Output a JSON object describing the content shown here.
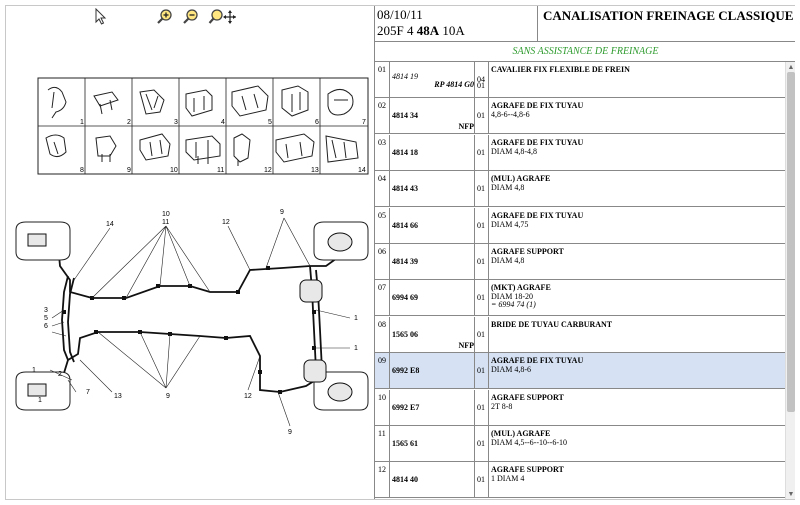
{
  "header": {
    "date": "08/10/11",
    "model": "205F 4",
    "engine_code": "48A",
    "engine_suffix": "10A",
    "title": "CANALISATION FREINAGE CLASSIQUE"
  },
  "subtitle": "SANS ASSISTANCE DE FREINAGE",
  "toolbar": {
    "zoom_in_icon": "zoom-in-icon",
    "zoom_out_icon": "zoom-out-icon",
    "pan_icon": "pan-icon"
  },
  "diagram": {
    "clip_numbers": [
      "1",
      "2",
      "3",
      "4",
      "5",
      "6",
      "7",
      "8",
      "9",
      "10",
      "11",
      "12",
      "13",
      "14"
    ],
    "callouts": {
      "top_center_a": "10",
      "top_center_b": "11",
      "top_left": "14",
      "top_right_a": "12",
      "top_right_b": "9",
      "left_a": "3",
      "left_b": "5",
      "left_c": "6",
      "left_d": "1",
      "right_a": "1",
      "right_b": "1",
      "bottom_a": "13",
      "bottom_b": "9",
      "bottom_c": "12",
      "bottom_d": "9",
      "bottom_left_a": "7",
      "bottom_left_b": "1",
      "bottom_left_c": "2"
    }
  },
  "parts": [
    {
      "num": "01",
      "ref": "4814 19",
      "ref_italic": true,
      "alt": "RP 4814 G0",
      "qty": "04",
      "qty2": "01",
      "desc": "CAVALIER FIX FLEXIBLE DE FREIN",
      "detail": "",
      "detail2": "",
      "nfp": ""
    },
    {
      "num": "02",
      "ref": "4814 34",
      "ref_italic": false,
      "alt": "",
      "qty": "01",
      "qty2": "",
      "desc": "AGRAFE DE FIX TUYAU",
      "detail": "4,8-6--4,8-6",
      "detail2": "",
      "nfp": "NFP"
    },
    {
      "num": "03",
      "ref": "4814 18",
      "ref_italic": false,
      "alt": "",
      "qty": "01",
      "qty2": "",
      "desc": "AGRAFE DE FIX TUYAU",
      "detail": "DIAM 4,8-4,8",
      "detail2": "",
      "nfp": ""
    },
    {
      "num": "04",
      "ref": "4814 43",
      "ref_italic": false,
      "alt": "",
      "qty": "01",
      "qty2": "",
      "desc": "(MUL) AGRAFE",
      "detail": "DIAM 4,8",
      "detail2": "",
      "nfp": ""
    },
    {
      "num": "05",
      "ref": "4814 66",
      "ref_italic": false,
      "alt": "",
      "qty": "01",
      "qty2": "",
      "desc": "AGRAFE DE FIX TUYAU",
      "detail": "DIAM 4,75",
      "detail2": "",
      "nfp": ""
    },
    {
      "num": "06",
      "ref": "4814 39",
      "ref_italic": false,
      "alt": "",
      "qty": "01",
      "qty2": "",
      "desc": "AGRAFE SUPPORT",
      "detail": "DIAM 4,8",
      "detail2": "",
      "nfp": ""
    },
    {
      "num": "07",
      "ref": "6994 69",
      "ref_italic": false,
      "alt": "",
      "qty": "01",
      "qty2": "",
      "desc": "(MKT) AGRAFE",
      "detail": "DIAM 18-20",
      "detail2": "= 6994 74 (1)",
      "nfp": ""
    },
    {
      "num": "08",
      "ref": "1565 06",
      "ref_italic": false,
      "alt": "",
      "qty": "01",
      "qty2": "",
      "desc": "BRIDE DE TUYAU CARBURANT",
      "detail": "",
      "detail2": "",
      "nfp": "NFP"
    },
    {
      "num": "09",
      "ref": "6992 E8",
      "ref_italic": false,
      "alt": "",
      "qty": "01",
      "qty2": "",
      "desc": "AGRAFE DE FIX TUYAU",
      "detail": "DIAM 4,8-6",
      "detail2": "",
      "nfp": "",
      "selected": true
    },
    {
      "num": "10",
      "ref": "6992 E7",
      "ref_italic": false,
      "alt": "",
      "qty": "01",
      "qty2": "",
      "desc": "AGRAFE SUPPORT",
      "detail": "2T 8-8",
      "detail2": "",
      "nfp": ""
    },
    {
      "num": "11",
      "ref": "1565 61",
      "ref_italic": false,
      "alt": "",
      "qty": "01",
      "qty2": "",
      "desc": "(MUL) AGRAFE",
      "detail": "DIAM 4,5--6--10--6-10",
      "detail2": "",
      "nfp": ""
    },
    {
      "num": "12",
      "ref": "4814 40",
      "ref_italic": false,
      "alt": "",
      "qty": "01",
      "qty2": "",
      "desc": "AGRAFE SUPPORT",
      "detail": "1 DIAM 4",
      "detail2": "",
      "nfp": ""
    }
  ]
}
